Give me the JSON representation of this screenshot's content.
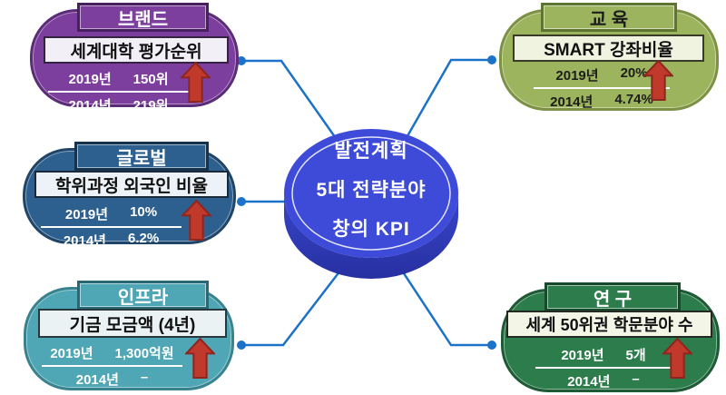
{
  "center": {
    "shape": "3d-cylinder",
    "lines": [
      "발전계획",
      "5대 전략분야",
      "창의 KPI"
    ],
    "face_color": "#3D4BD8",
    "side_color": "#2B35A8",
    "text_color": "#FFFFFF"
  },
  "connector": {
    "color": "#1B72C8",
    "dot_radius": 5
  },
  "arrow_icon": {
    "name": "up-arrow",
    "fill": "#C1392B",
    "stroke": "#8E2620"
  },
  "nodes": [
    {
      "id": "brand",
      "title": "브랜드",
      "metric": "세계대학 평가순위",
      "rows": [
        {
          "year": "2019년",
          "value": "150위"
        },
        {
          "year": "2014년",
          "value": "219위"
        }
      ],
      "colors": {
        "fill": "#7D3F9D",
        "border": "#5B2C77",
        "banner_border": "#46215E",
        "title_text": "#FFFFFF",
        "box_fill": "#F2EFF7",
        "box_border": "#352343",
        "row_text": "#FFFFFF"
      }
    },
    {
      "id": "education",
      "title": "교 육",
      "metric": "SMART 강좌비율",
      "rows": [
        {
          "year": "2019년",
          "value": "20%"
        },
        {
          "year": "2014년",
          "value": "4.74%"
        }
      ],
      "colors": {
        "fill": "#9DB45F",
        "border": "#7C9143",
        "banner_border": "#5E7431",
        "title_text": "#1C1C1C",
        "box_fill": "#F0F3E0",
        "box_border": "#3A3A2A",
        "row_text": "#1C1C1C"
      }
    },
    {
      "id": "global",
      "title": "글로벌",
      "metric": "학위과정 외국인 비율",
      "rows": [
        {
          "year": "2019년",
          "value": "10%"
        },
        {
          "year": "2014년",
          "value": "6.2%"
        }
      ],
      "colors": {
        "fill": "#2E608F",
        "border": "#1F4568",
        "banner_border": "#16334E",
        "title_text": "#FFFFFF",
        "box_fill": "#EDF2F8",
        "box_border": "#1A2A3A",
        "row_text": "#FFFFFF"
      }
    },
    {
      "id": "infra",
      "title": "인프라",
      "metric": "기금 모금액 (4년)",
      "rows": [
        {
          "year": "2019년",
          "value": "1,300억원"
        },
        {
          "year": "2014년",
          "value": "–"
        }
      ],
      "colors": {
        "fill": "#4FA6B4",
        "border": "#38838F",
        "banner_border": "#2A6874",
        "title_text": "#FFFFFF",
        "box_fill": "#EAF2F4",
        "box_border": "#28383E",
        "row_text": "#FFFFFF"
      }
    },
    {
      "id": "research",
      "title": "연 구",
      "metric": "세계 50위권 학문분야 수",
      "rows": [
        {
          "year": "2019년",
          "value": "5개"
        },
        {
          "year": "2014년",
          "value": "–"
        }
      ],
      "colors": {
        "fill": "#2D7C4B",
        "border": "#1E5A35",
        "banner_border": "#174A2A",
        "title_text": "#FFFFFF",
        "box_fill": "#F3F5E6",
        "box_border": "#222A22",
        "row_text": "#FFFFFF"
      }
    }
  ]
}
